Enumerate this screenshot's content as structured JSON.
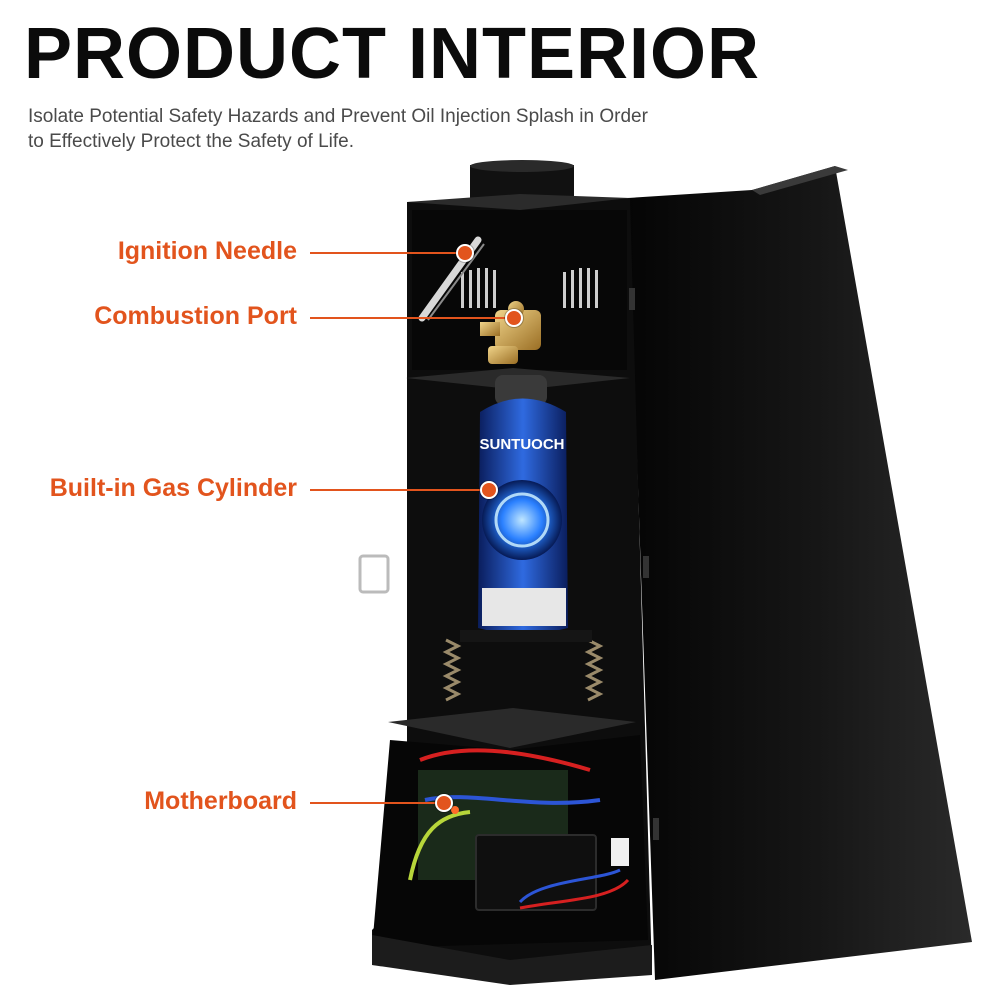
{
  "title": "PRODUCT INTERIOR",
  "subtitle": "Isolate Potential Safety Hazards and Prevent Oil Injection Splash in Order to Effectively Protect the Safety of Life.",
  "callouts": [
    {
      "label": "Ignition Needle"
    },
    {
      "label": "Combustion Port"
    },
    {
      "label": "Built-in Gas Cylinder"
    },
    {
      "label": "Motherboard"
    }
  ],
  "product": {
    "cylinder_brand": "SUNTUOCH"
  },
  "colors": {
    "accent": "#e2541d",
    "cabinet": "#0d0d0d",
    "title": "#0b0b0b",
    "subtitle": "#4a4a4a"
  }
}
